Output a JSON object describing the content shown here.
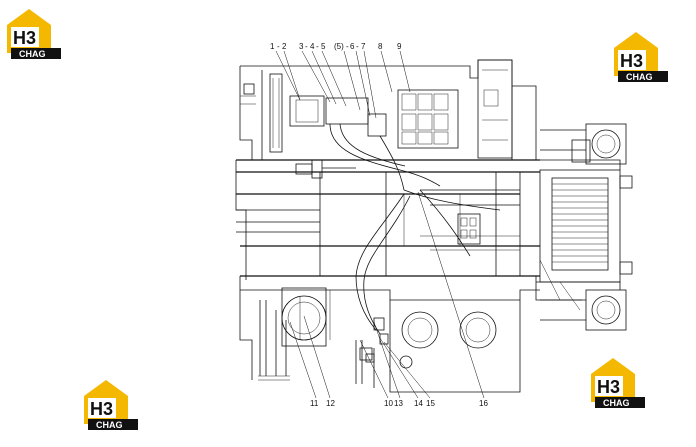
{
  "logo": {
    "letters": "H3",
    "text": "CHAG",
    "colors": {
      "yellow": "#f5b800",
      "black": "#111111"
    }
  },
  "callouts": {
    "top": [
      "1",
      "2",
      "3",
      "4",
      "5",
      "(5)",
      "6",
      "7",
      "8",
      "9"
    ],
    "bottom": [
      "11",
      "12",
      "10",
      "13",
      "14",
      "15",
      "16"
    ]
  }
}
